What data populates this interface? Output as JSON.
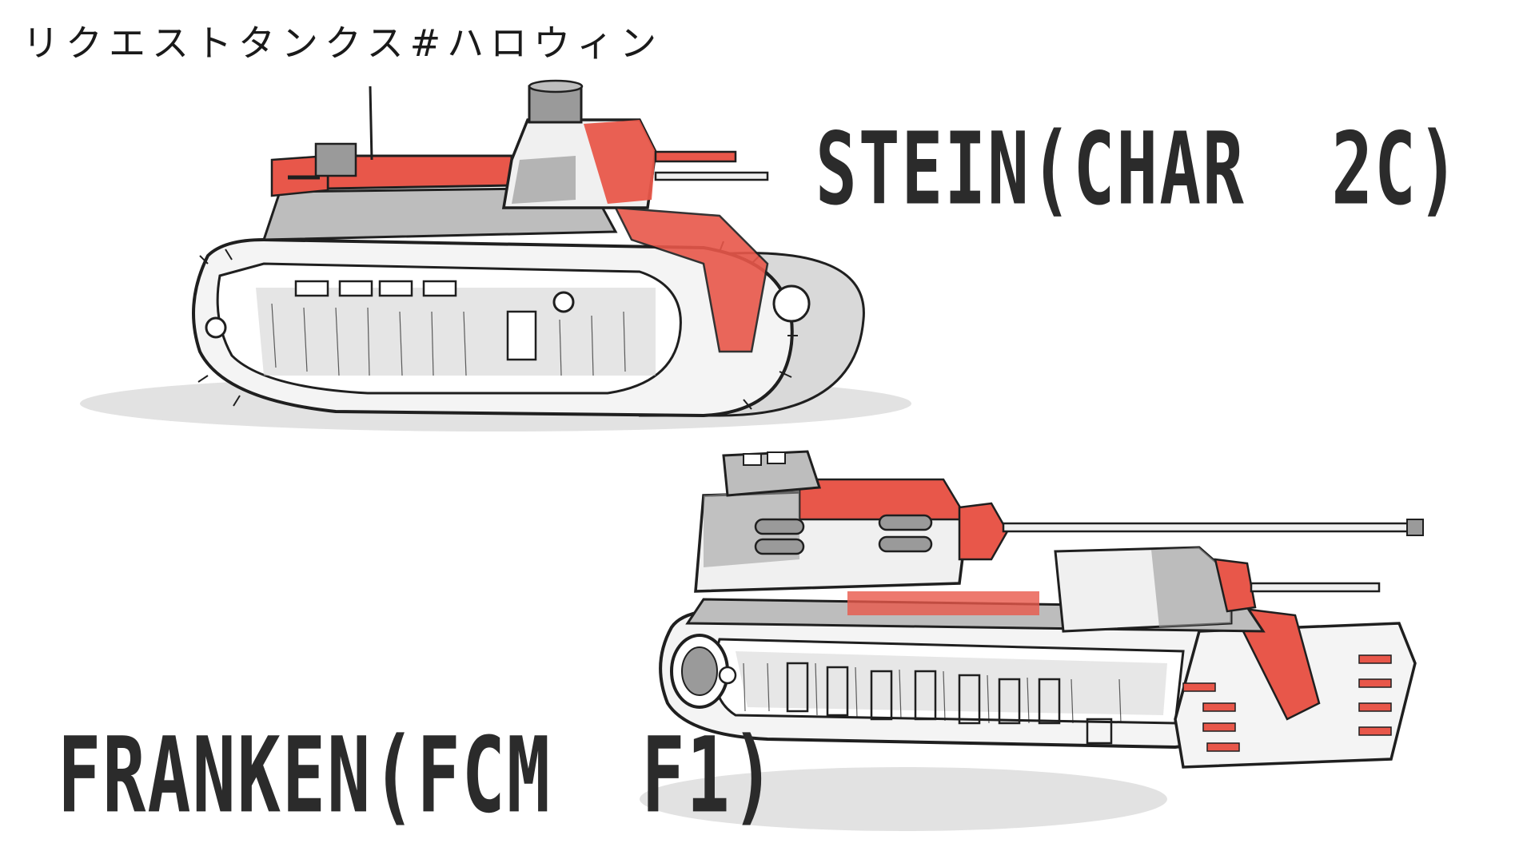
{
  "caption": "リクエストタンクス#ハロウィン",
  "tank_top": {
    "name": "STEIN(CHAR  2C)"
  },
  "tank_bottom": {
    "name": "FRANKEN(FCM  F1)"
  },
  "colors": {
    "accent": "#e8574a",
    "shade": "#9a9a9a",
    "ink": "#1f1f1f",
    "background": "#ffffff"
  }
}
